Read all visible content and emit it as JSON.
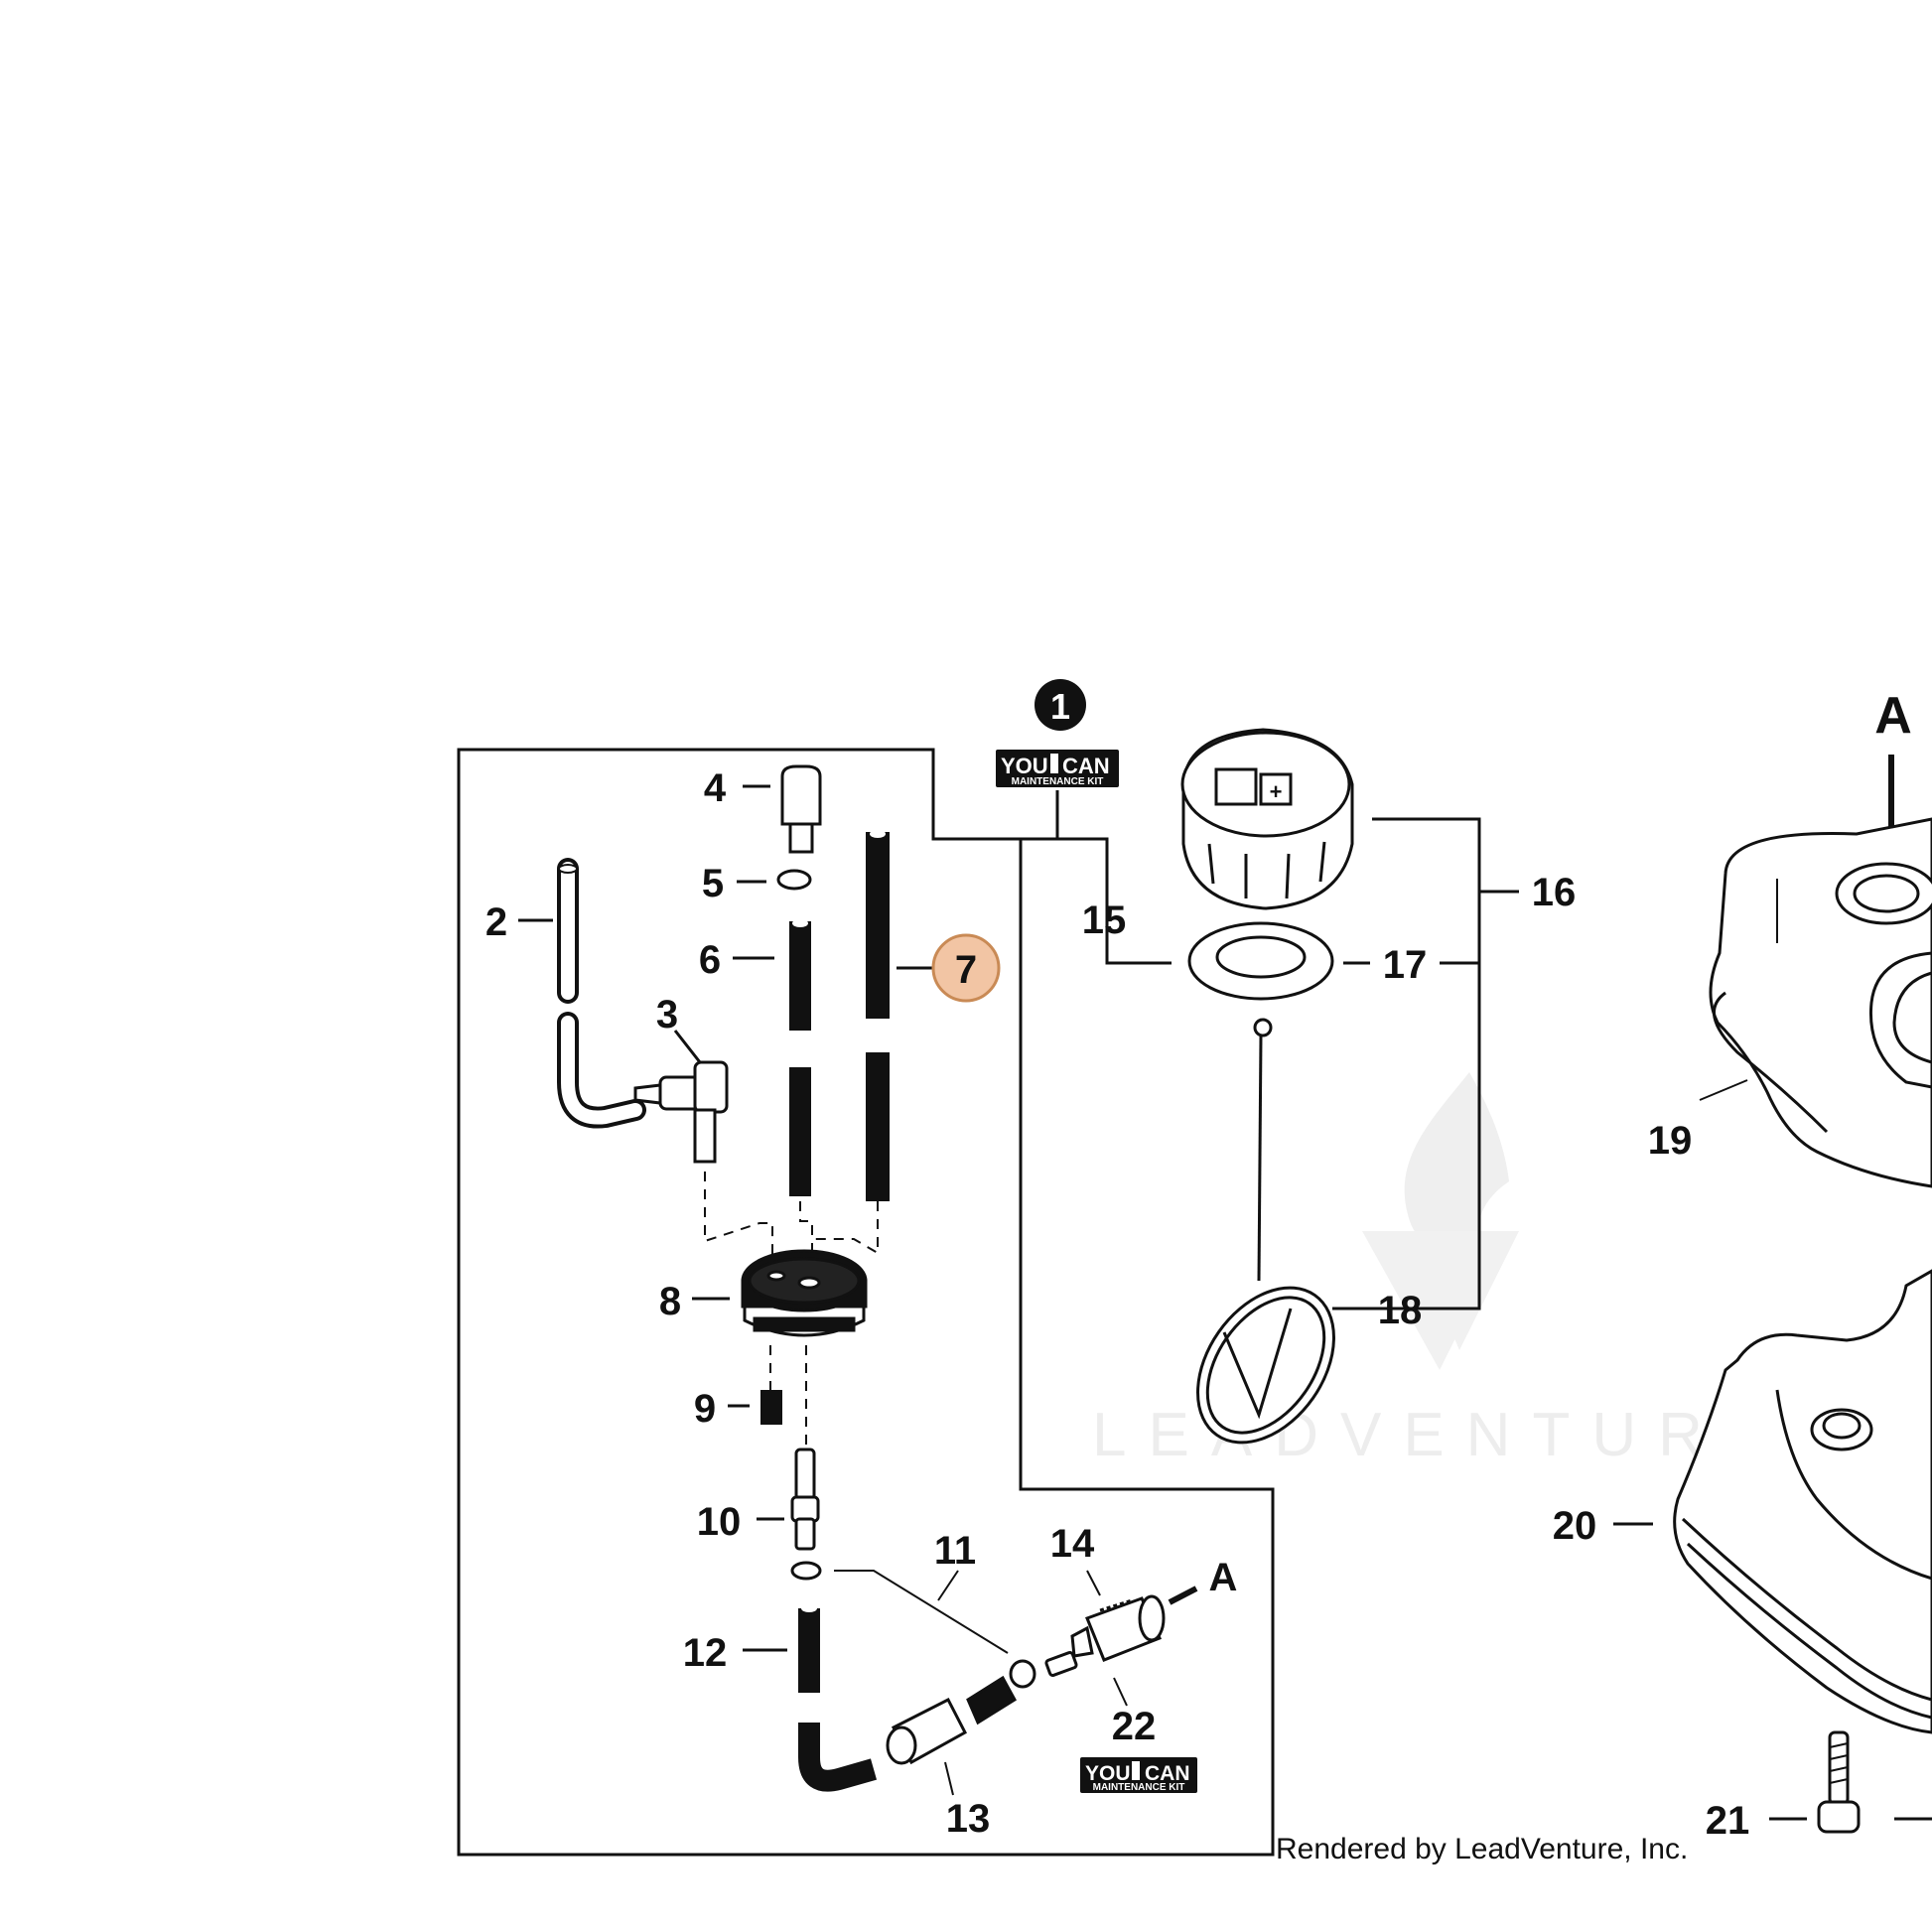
{
  "diagram": {
    "callouts": [
      {
        "id": "1",
        "text": "1"
      },
      {
        "id": "2",
        "text": "2"
      },
      {
        "id": "3",
        "text": "3"
      },
      {
        "id": "4",
        "text": "4"
      },
      {
        "id": "5",
        "text": "5"
      },
      {
        "id": "6",
        "text": "6"
      },
      {
        "id": "7",
        "text": "7",
        "highlighted": true
      },
      {
        "id": "8",
        "text": "8"
      },
      {
        "id": "9",
        "text": "9"
      },
      {
        "id": "10",
        "text": "10"
      },
      {
        "id": "11",
        "text": "11"
      },
      {
        "id": "12",
        "text": "12"
      },
      {
        "id": "13",
        "text": "13"
      },
      {
        "id": "14",
        "text": "14"
      },
      {
        "id": "15",
        "text": "15"
      },
      {
        "id": "16",
        "text": "16"
      },
      {
        "id": "17",
        "text": "17"
      },
      {
        "id": "18",
        "text": "18"
      },
      {
        "id": "19",
        "text": "19"
      },
      {
        "id": "20",
        "text": "20"
      },
      {
        "id": "21",
        "text": "21"
      },
      {
        "id": "22",
        "text": "22"
      }
    ],
    "connector_label": "A",
    "kit_badge": {
      "line1_left": "YOU",
      "line1_right": "CAN",
      "line2": "MAINTENANCE KIT"
    },
    "footer": "Rendered by LeadVenture, Inc.",
    "watermark": "LEADVENTURE",
    "colors": {
      "highlight_fill": "#f2c5a4",
      "highlight_stroke": "#c98a55",
      "ink": "#111111"
    }
  }
}
